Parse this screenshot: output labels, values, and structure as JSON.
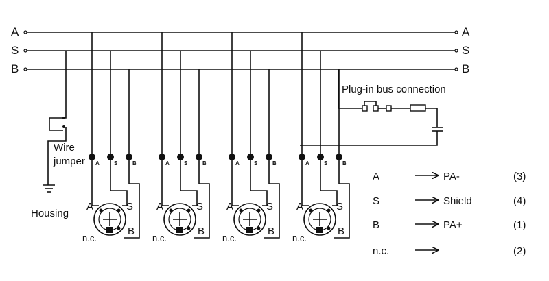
{
  "bus_lines": [
    {
      "left": "A",
      "right": "A"
    },
    {
      "left": "S",
      "right": "S"
    },
    {
      "left": "B",
      "right": "B"
    }
  ],
  "plugin_label": "Plug-in bus connection",
  "wire_jumper": {
    "line1": "Wire",
    "line2": "jumper"
  },
  "housing_label": "Housing",
  "connectors": [
    {
      "pin_a": "A",
      "pin_s": "S",
      "pin_b": "B",
      "face_a": "A",
      "face_s": "S",
      "face_b": "B",
      "nc": "n.c."
    },
    {
      "pin_a": "A",
      "pin_s": "S",
      "pin_b": "B",
      "face_a": "A",
      "face_s": "S",
      "face_b": "B",
      "nc": "n.c."
    },
    {
      "pin_a": "A",
      "pin_s": "S",
      "pin_b": "B",
      "face_a": "A",
      "face_s": "S",
      "face_b": "B",
      "nc": "n.c."
    },
    {
      "pin_a": "A",
      "pin_s": "S",
      "pin_b": "B",
      "face_a": "A",
      "face_s": "S",
      "face_b": "B",
      "nc": "n.c."
    }
  ],
  "legend": [
    {
      "pin": "A",
      "signal": "PA-",
      "num": "(3)"
    },
    {
      "pin": "S",
      "signal": "Shield",
      "num": "(4)"
    },
    {
      "pin": "B",
      "signal": "PA+",
      "num": "(1)"
    },
    {
      "pin": "n.c.",
      "signal": "",
      "num": "(2)"
    }
  ]
}
